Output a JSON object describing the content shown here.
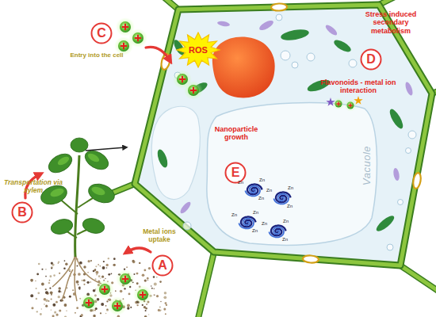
{
  "diagram": {
    "nodes": [
      {
        "text": [
          "C"
        ]
      },
      {
        "text": [
          "ROS"
        ]
      },
      {
        "text": [
          "D"
        ]
      },
      {
        "text": [
          "Vacuole"
        ]
      },
      {
        "text": [
          "E"
        ],
        "in": 3
      },
      {
        "text": [
          "B"
        ]
      },
      {
        "text": [
          "A"
        ]
      }
    ],
    "labels": [
      "Entry into the cell",
      "Stress induced secondary metabolism",
      "Flavonoids - metal ion interaction",
      "Nanoparticle growth",
      "Transportation via xylem",
      "Metal ions uptake",
      "Zn",
      "Zn",
      "Zn",
      "Zn",
      "Zn",
      "Zn",
      "Zn",
      "Zn",
      "Zn",
      "Zn",
      "Zn",
      "Zn"
    ]
  }
}
